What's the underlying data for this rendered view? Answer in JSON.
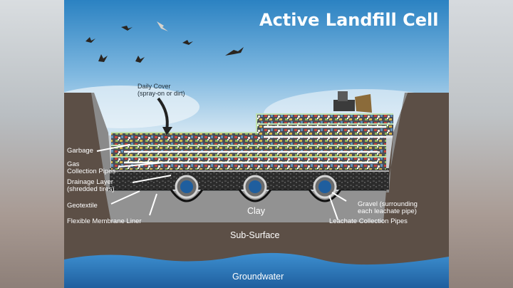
{
  "title": "Active Landfill Cell",
  "labels": {
    "daily_cover": "Daily Cover",
    "daily_cover_sub": "(spray-on or dirt)",
    "garbage": "Garbage",
    "gas_1": "Gas",
    "gas_2": "Collection Pipes",
    "drainage_1": "Drainage Layer",
    "drainage_2": "(shredded tires)",
    "geotextile": "Geotextile",
    "membrane": "Flexible Membrane Liner",
    "clay": "Clay",
    "gravel_1": "Gravel (surrounding",
    "gravel_2": "each leachate pipe)",
    "leachate": "Leachate Collection Pipes",
    "subsurface": "Sub-Surface",
    "groundwater": "Groundwater"
  },
  "colors": {
    "sky_top": "#2f86c4",
    "sky_bottom": "#cfe4f2",
    "earth": "#5e5148",
    "clay": "#8f8f8f",
    "water": "#2f7fc4",
    "label_text": "#ffffff"
  }
}
